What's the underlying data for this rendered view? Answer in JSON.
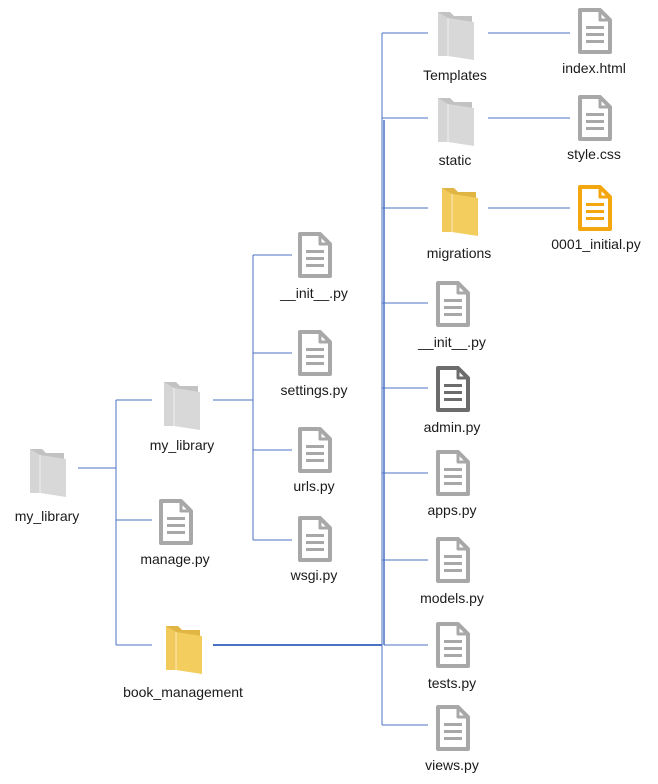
{
  "colors": {
    "connector": "#4a72c4",
    "folder_gray": "#d8d8d8",
    "folder_yellow": "#f4cd5f",
    "file_gray": "#a8a8a8",
    "file_dark": "#6c6c6c",
    "file_orange": "#f4a60f"
  },
  "nodes": {
    "root": {
      "label": "my_library",
      "icon": "folder-gray-icon"
    },
    "proj": {
      "label": "my_library",
      "icon": "folder-gray-icon"
    },
    "manage": {
      "label": "manage.py",
      "icon": "file-gray-icon"
    },
    "app": {
      "label": "book_management",
      "icon": "folder-yellow-icon"
    },
    "proj_init": {
      "label": "__init__.py",
      "icon": "file-gray-icon"
    },
    "settings": {
      "label": "settings.py",
      "icon": "file-gray-icon"
    },
    "urls": {
      "label": "urls.py",
      "icon": "file-gray-icon"
    },
    "wsgi": {
      "label": "wsgi.py",
      "icon": "file-gray-icon"
    },
    "templates": {
      "label": "Templates",
      "icon": "folder-gray-icon"
    },
    "static": {
      "label": "static",
      "icon": "folder-gray-icon"
    },
    "migrations": {
      "label": "migrations",
      "icon": "folder-yellow-icon"
    },
    "app_init": {
      "label": "__init__.py",
      "icon": "file-gray-icon"
    },
    "admin": {
      "label": "admin.py",
      "icon": "file-dark-icon"
    },
    "apps": {
      "label": "apps.py",
      "icon": "file-gray-icon"
    },
    "models": {
      "label": "models.py",
      "icon": "file-gray-icon"
    },
    "tests": {
      "label": "tests.py",
      "icon": "file-gray-icon"
    },
    "views": {
      "label": "views.py",
      "icon": "file-gray-icon"
    },
    "index": {
      "label": "index.html",
      "icon": "file-gray-icon"
    },
    "style": {
      "label": "style.css",
      "icon": "file-gray-icon"
    },
    "initial": {
      "label": "0001_initial.py",
      "icon": "file-orange-icon"
    }
  }
}
